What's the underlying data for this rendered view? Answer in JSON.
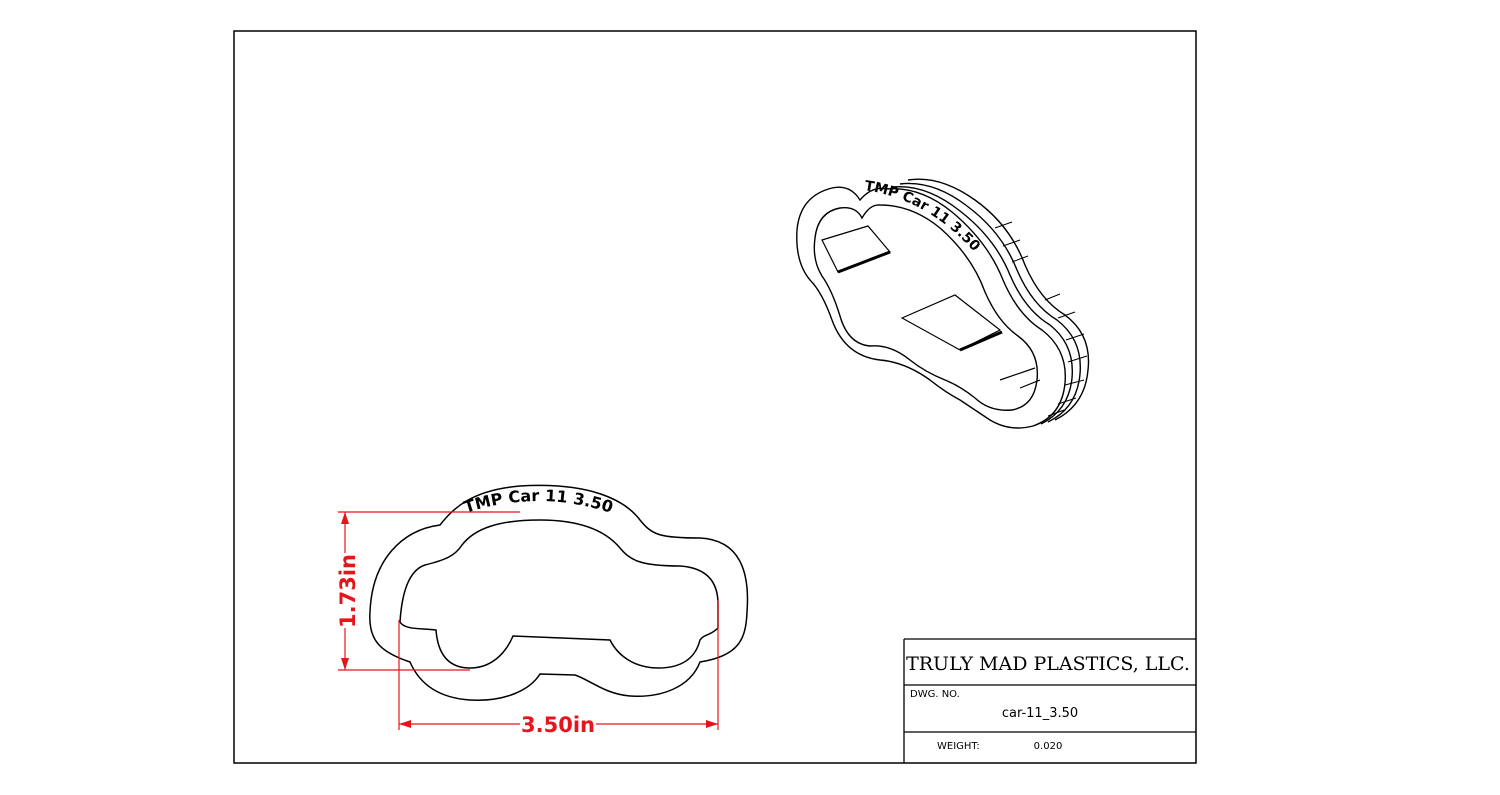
{
  "embossed_text": "TMP  Car 11  3.50",
  "dimensions": {
    "height_label": "1.73in",
    "width_label": "3.50in"
  },
  "title_block": {
    "company": "TRULY MAD PLASTICS, LLC.",
    "dwg_no_label": "DWG. NO.",
    "dwg_no_value": "car-11_3.50",
    "weight_label": "WEIGHT:",
    "weight_value": "0.020"
  },
  "colors": {
    "lines": "#000000",
    "dimension": "#e8141b",
    "paper": "#ffffff"
  }
}
